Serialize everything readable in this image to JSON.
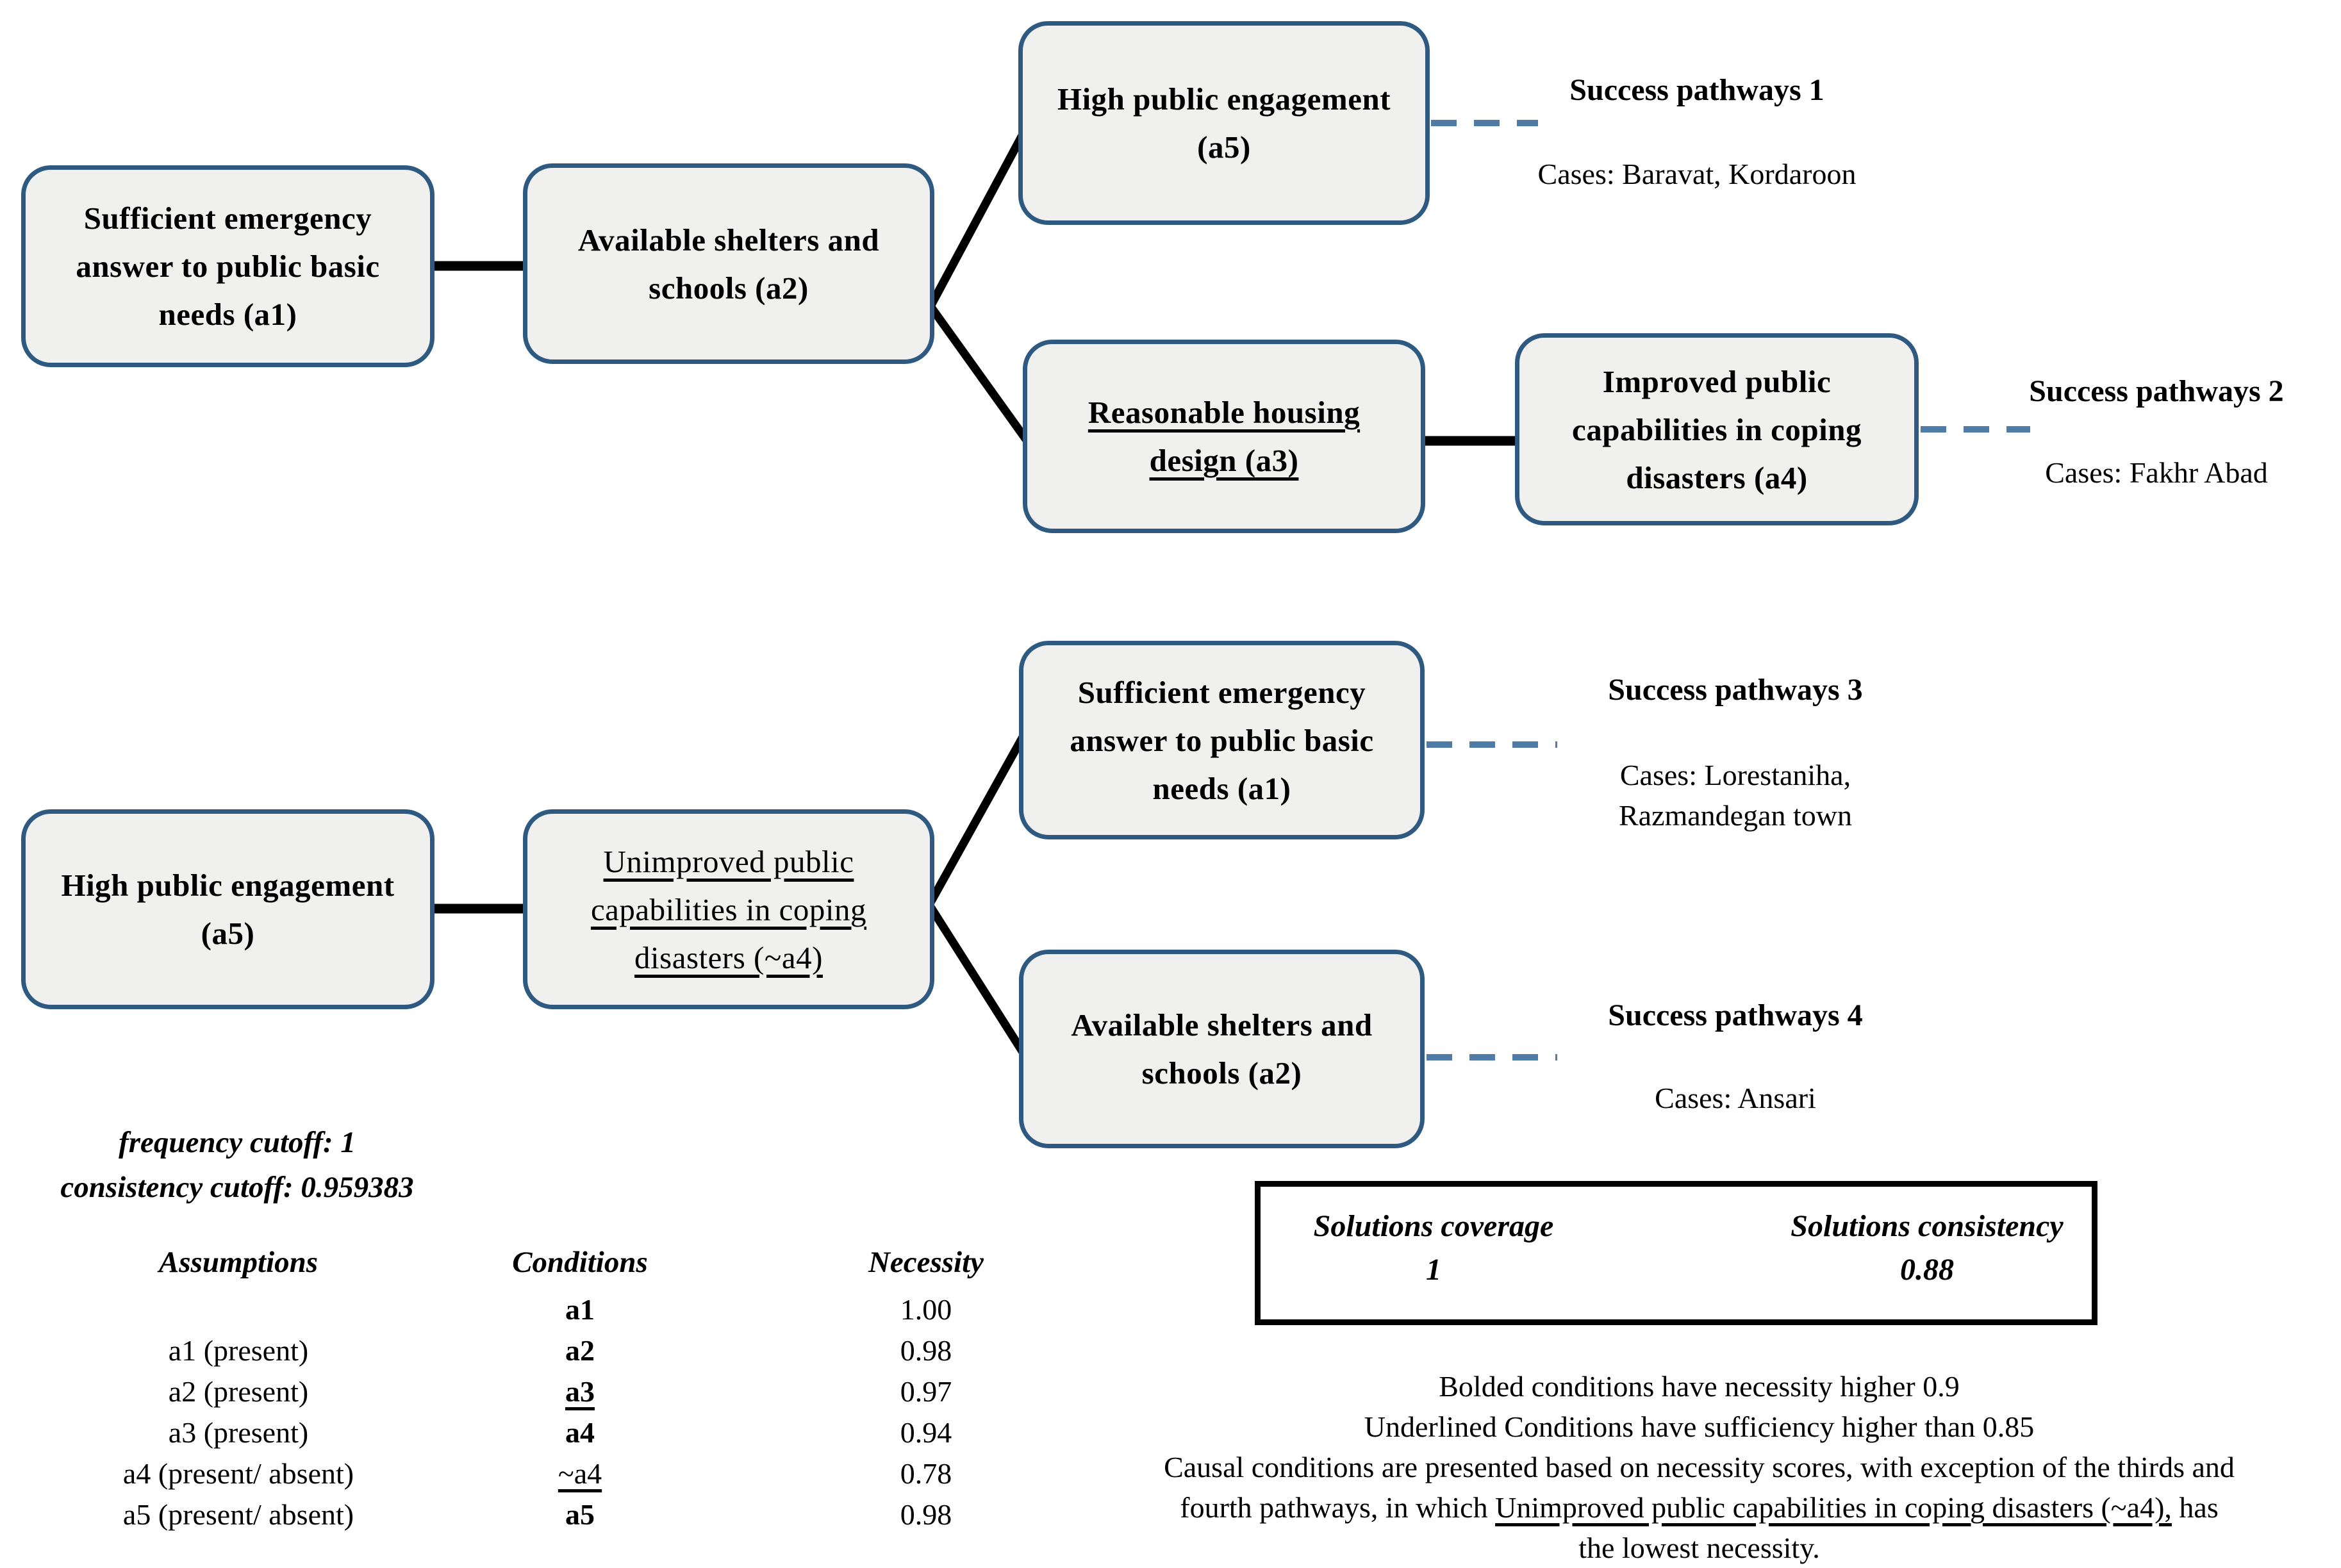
{
  "colors": {
    "box_fill": "#f0f0ef",
    "box_border": "#2e5a82",
    "connector_black": "#000000",
    "dashed_blue": "#4f7ba7",
    "text": "#000000"
  },
  "boxes": [
    {
      "id": "a1-top",
      "lines": [
        "Sufficient emergency",
        "answer to public basic",
        "needs (a1)"
      ]
    },
    {
      "id": "a2-top",
      "lines": [
        "Available shelters and",
        "schools (a2)"
      ]
    },
    {
      "id": "a5-top",
      "lines": [
        "High public engagement",
        "(a5)"
      ]
    },
    {
      "id": "a3",
      "lines": [
        "Reasonable housing",
        "design (a3)"
      ]
    },
    {
      "id": "a4",
      "lines": [
        "Improved public",
        "capabilities in coping",
        "disasters (a4)"
      ]
    },
    {
      "id": "a5-bottom",
      "lines": [
        "High public engagement",
        "(a5)"
      ]
    },
    {
      "id": "not-a4",
      "lines": [
        "Unimproved public",
        "capabilities in coping",
        "disasters (~a4)"
      ]
    },
    {
      "id": "a1-bottom",
      "lines": [
        "Sufficient emergency",
        "answer to public basic",
        "needs (a1)"
      ]
    },
    {
      "id": "a2-bottom",
      "lines": [
        "Available shelters and",
        "schools (a2)"
      ]
    }
  ],
  "pathways": [
    {
      "title": "Success pathways 1",
      "cases_line1": "Cases: Baravat, Kordaroon",
      "cases_line2": ""
    },
    {
      "title": "Success pathways 2",
      "cases_line1": "Cases: Fakhr Abad",
      "cases_line2": ""
    },
    {
      "title": "Success pathways 3",
      "cases_line1": "Cases: Lorestaniha,",
      "cases_line2": "Razmandegan town"
    },
    {
      "title": "Success pathways 4",
      "cases_line1": "Cases: Ansari",
      "cases_line2": ""
    }
  ],
  "cutoffs": {
    "frequency": "frequency cutoff: 1",
    "consistency": "consistency cutoff: 0.959383"
  },
  "table": {
    "headers": {
      "assumptions": "Assumptions",
      "conditions": "Conditions",
      "necessity": "Necessity"
    },
    "assumptions": [
      "a1 (present)",
      "a2 (present)",
      "a3 (present)",
      "a4 (present/ absent)",
      "a5 (present/ absent)"
    ],
    "rows": [
      {
        "condition": "a1",
        "necessity": "1.00"
      },
      {
        "condition": "a2",
        "necessity": "0.98"
      },
      {
        "condition": "a3",
        "necessity": "0.97"
      },
      {
        "condition": "a4",
        "necessity": "0.94"
      },
      {
        "condition": "~a4",
        "necessity": "0.78"
      },
      {
        "condition": "a5",
        "necessity": "0.98"
      }
    ]
  },
  "solutions": {
    "coverage_label": "Solutions coverage",
    "coverage_value": "1",
    "consistency_label": "Solutions consistency",
    "consistency_value": "0.88"
  },
  "notes": {
    "line1": "Bolded conditions have necessity higher 0.9",
    "line2": "Underlined Conditions have sufficiency higher than 0.85",
    "line3": "Causal conditions are presented based on necessity scores, with exception of the thirds and",
    "line4_pre": "fourth pathways, in which ",
    "line4_underline": "Unimproved public capabilities in coping disasters (~a4),",
    "line4_post": " has",
    "line5": "the lowest necessity."
  }
}
